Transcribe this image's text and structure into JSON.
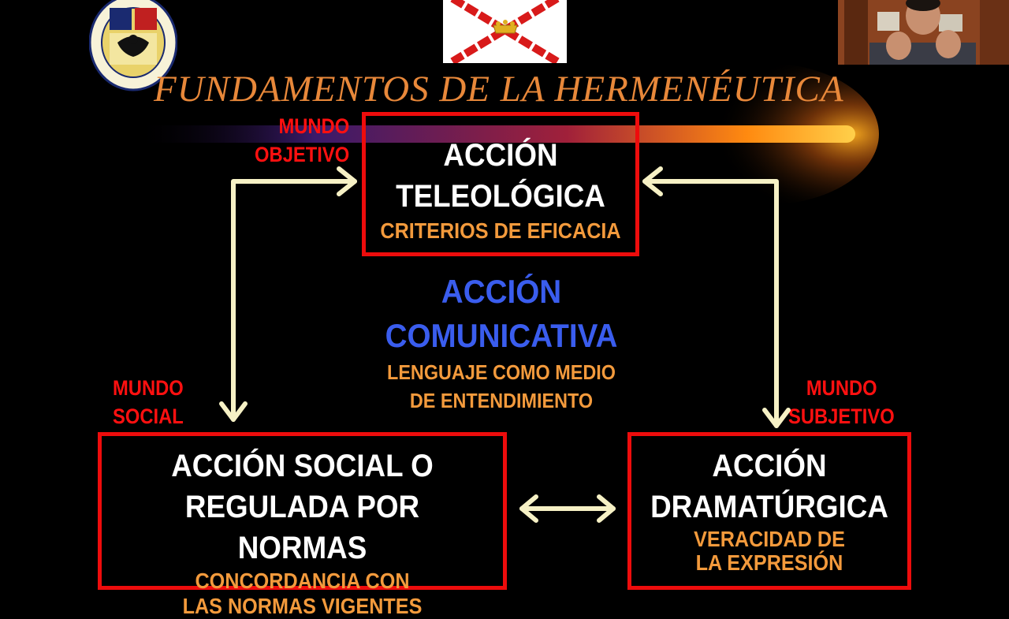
{
  "title": "FUNDAMENTOS DE LA HERMENÉUTICA",
  "colors": {
    "background": "#000000",
    "title": "#e8883a",
    "box_border": "#ee0c0c",
    "world_label": "#ff1010",
    "criteria_text": "#f39a3c",
    "communicative": "#3a5dee",
    "arrows": "#f6f1c5"
  },
  "labels": {
    "mundo_objetivo": [
      "MUNDO",
      "OBJETIVO"
    ],
    "mundo_social": [
      "MUNDO",
      "SOCIAL"
    ],
    "mundo_subjetivo": [
      "MUNDO",
      "SUBJETIVO"
    ]
  },
  "top_box": {
    "heading": [
      "ACCIÓN",
      "TELEOLÓGICA"
    ],
    "criterion": "CRITERIOS DE EFICACIA"
  },
  "center": {
    "heading": [
      "ACCIÓN",
      "COMUNICATIVA"
    ],
    "sub": [
      "LENGUAJE COMO MEDIO",
      "DE ENTENDIMIENTO"
    ]
  },
  "left_box": {
    "heading": [
      "ACCIÓN SOCIAL O",
      "REGULADA POR NORMAS"
    ],
    "criterion": [
      "CONCORDANCIA CON",
      "LAS NORMAS VIGENTES"
    ]
  },
  "right_box": {
    "heading": [
      "ACCIÓN",
      "DRAMATÚRGICA"
    ],
    "criterion": [
      "VERACIDAD DE",
      "LA EXPRESIÓN"
    ]
  },
  "images": [
    "university-seal",
    "burgundy-cross-flag",
    "presenter-webcam"
  ]
}
